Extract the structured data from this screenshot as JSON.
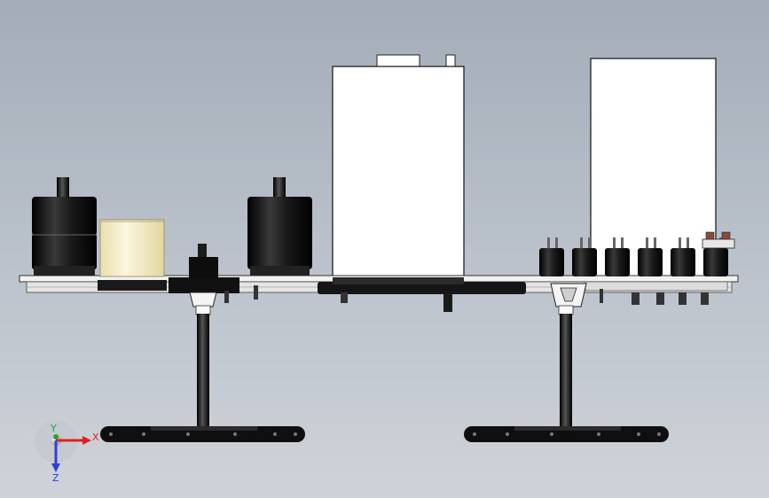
{
  "viewport": {
    "background_top": "#a3acb8",
    "background_bottom": "#cfd3d9"
  },
  "model": {
    "part_color_dark": "#111111",
    "part_color_white": "#ffffff",
    "part_color_cream": "#f4ecc9",
    "board_color": "#e8e8e8"
  },
  "triad": {
    "x_label": "X",
    "y_label": "Y",
    "z_label": "Z",
    "x_color": "#e0201d",
    "y_color": "#2aa02a",
    "z_color": "#2d3fd6"
  }
}
